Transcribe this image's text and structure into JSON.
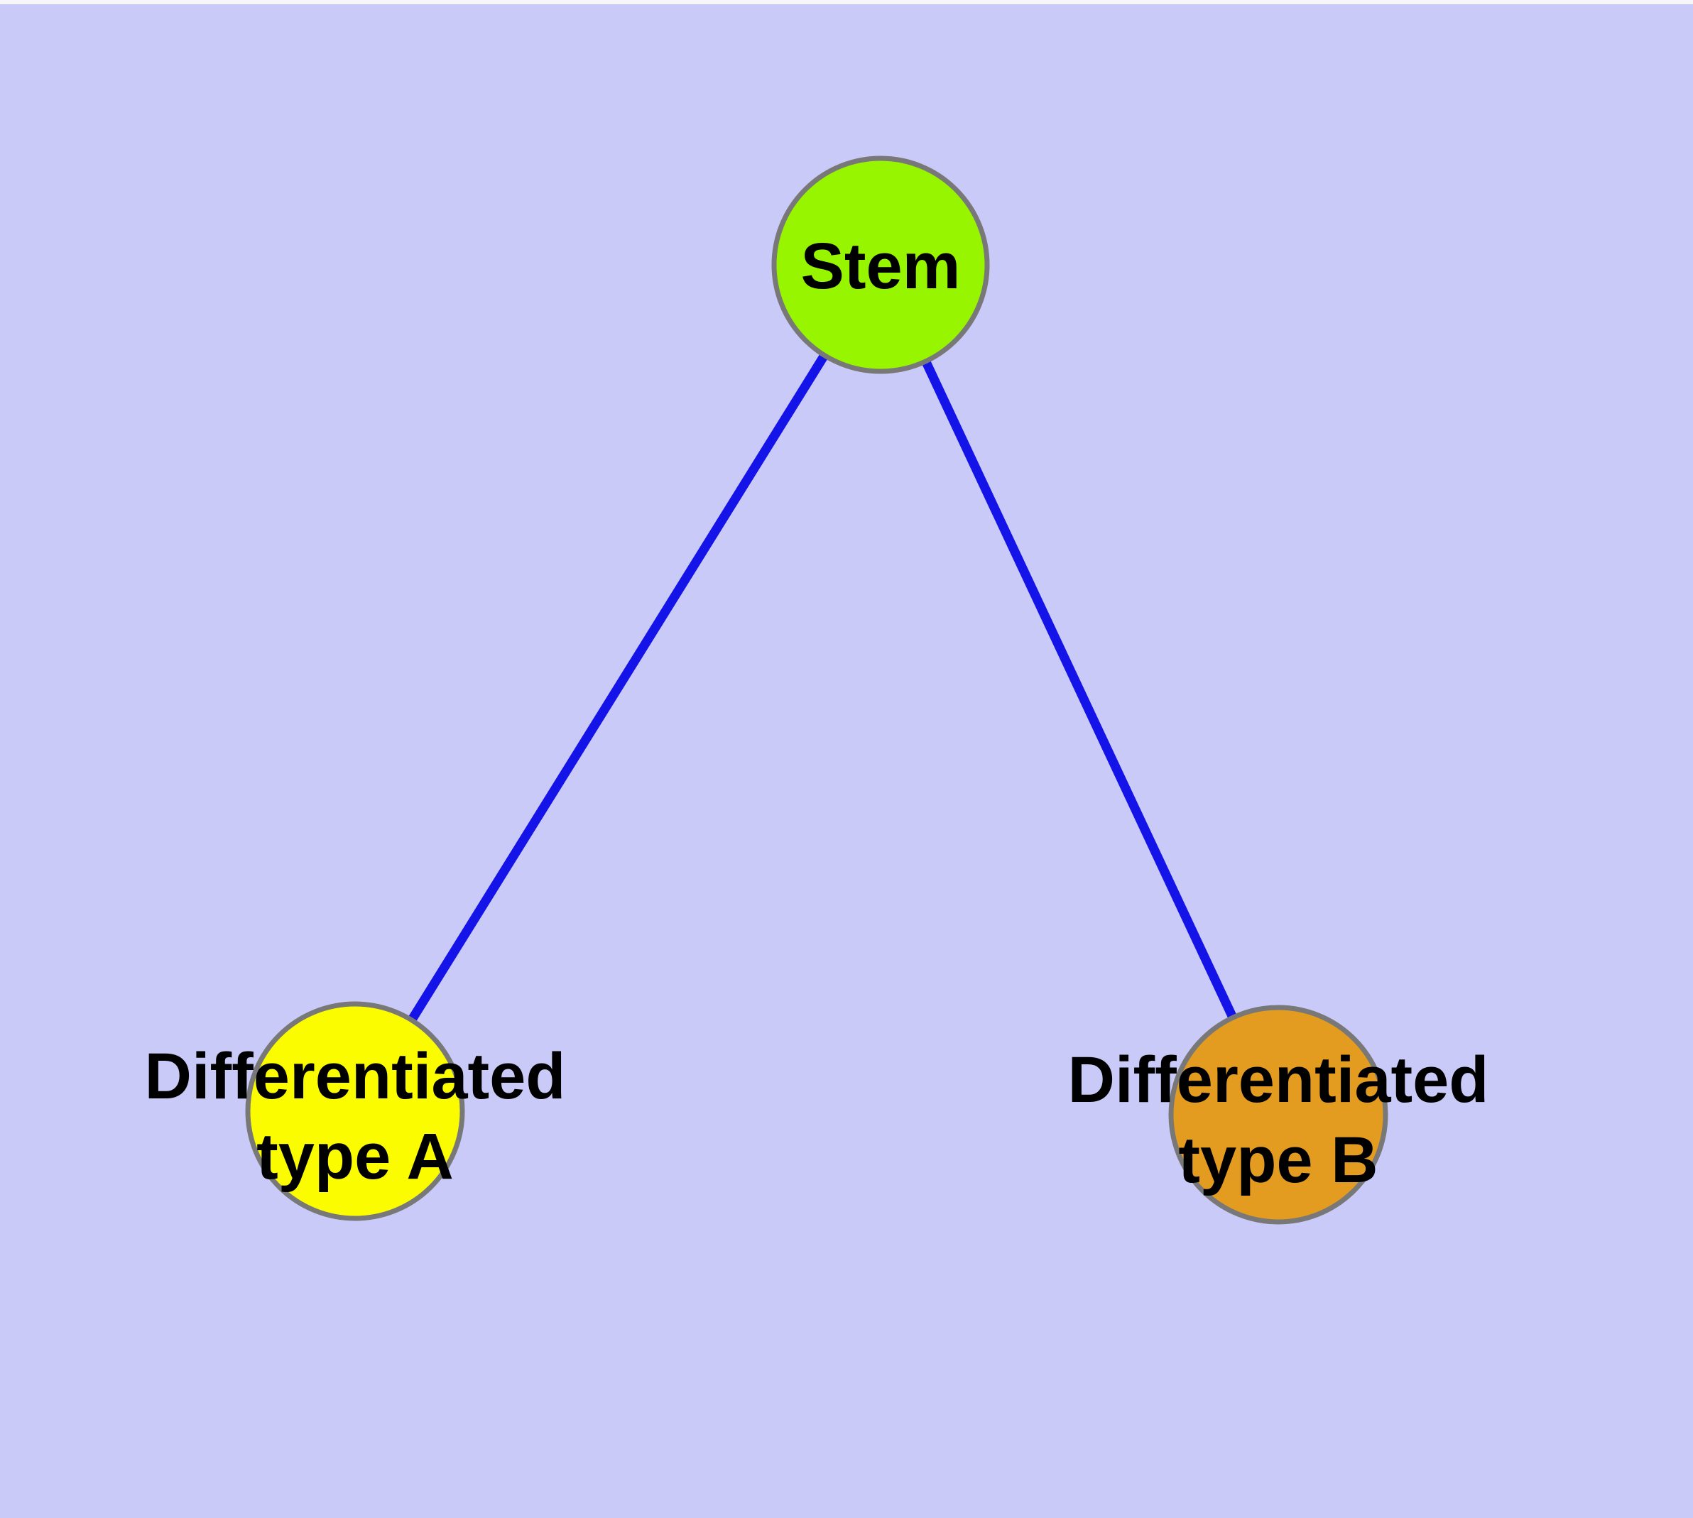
{
  "diagram": {
    "background_color": "#cacaf8",
    "canvas_edge_color": "#f6f6fb",
    "edge_color": "#1414e8",
    "node_border_color": "#787878",
    "label_color": "#000000",
    "nodes": {
      "stem": {
        "label": "Stem",
        "fill": "#97f500"
      },
      "type_a": {
        "label_line1": "Differentiated",
        "label_line2": "type A",
        "fill": "#fcfc00"
      },
      "type_b": {
        "label_line1": "Differentiated",
        "label_line2": "type B",
        "fill": "#e39b20"
      }
    },
    "edges": [
      {
        "from": "Stem",
        "to": "Differentiated type A"
      },
      {
        "from": "Stem",
        "to": "Differentiated type B"
      }
    ]
  }
}
